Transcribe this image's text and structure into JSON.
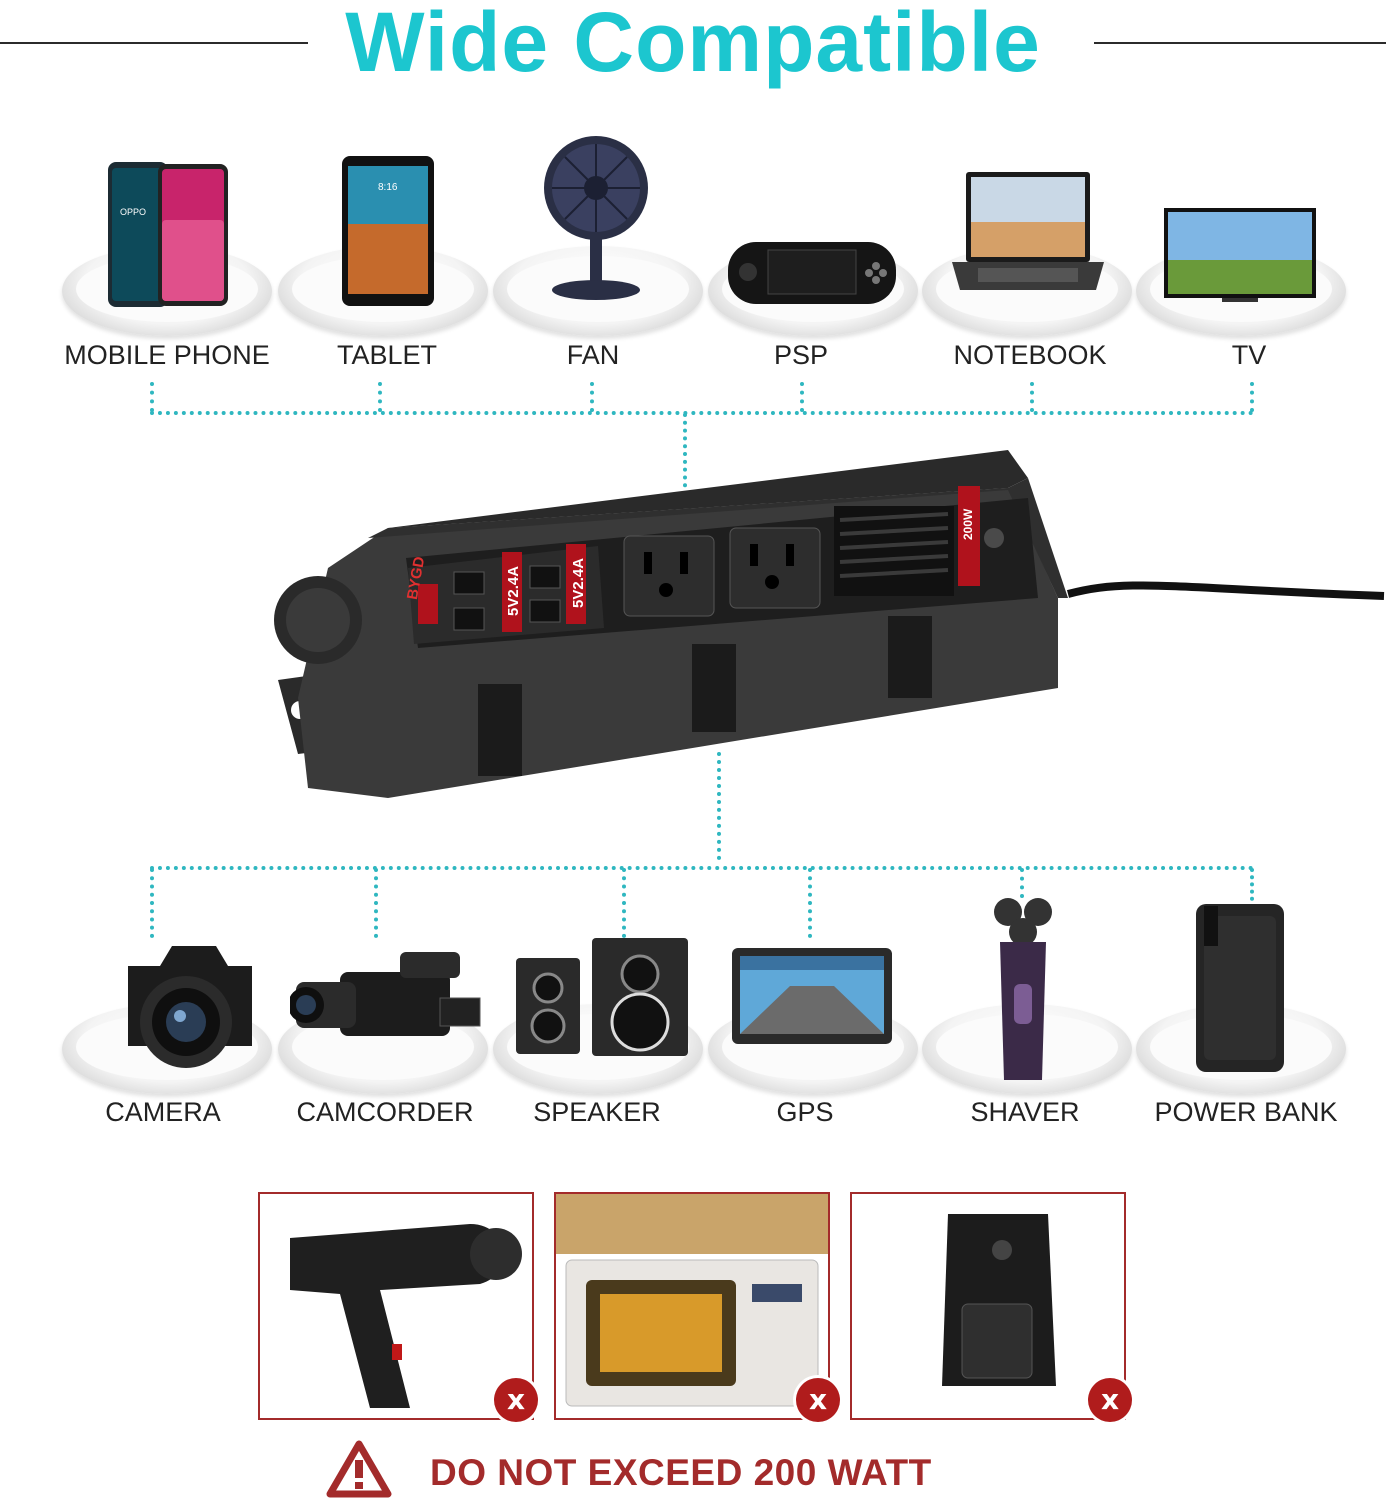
{
  "title": "Wide Compatible",
  "devices_top": [
    {
      "label": "MOBILE PHONE",
      "icon": "mobile-phone-icon"
    },
    {
      "label": "TABLET",
      "icon": "tablet-icon"
    },
    {
      "label": "FAN",
      "icon": "fan-icon"
    },
    {
      "label": "PSP",
      "icon": "psp-icon"
    },
    {
      "label": "NOTEBOOK",
      "icon": "notebook-icon"
    },
    {
      "label": "TV",
      "icon": "tv-icon"
    }
  ],
  "devices_bottom": [
    {
      "label": "CAMERA",
      "icon": "camera-icon"
    },
    {
      "label": "CAMCORDER",
      "icon": "camcorder-icon"
    },
    {
      "label": "SPEAKER",
      "icon": "speaker-icon"
    },
    {
      "label": "GPS",
      "icon": "gps-icon"
    },
    {
      "label": "SHAVER",
      "icon": "shaver-icon"
    },
    {
      "label": "POWER BANK",
      "icon": "power-bank-icon"
    }
  ],
  "inverter": {
    "brand": "BYGD",
    "usb_rating_1": "5V2.4A",
    "usb_rating_2": "5V2.4A",
    "power_rating": "200W"
  },
  "not_supported": [
    {
      "item": "hair-dryer-icon",
      "badge": "x"
    },
    {
      "item": "microwave-icon",
      "badge": "x"
    },
    {
      "item": "coffee-maker-icon",
      "badge": "x"
    }
  ],
  "warning": {
    "text": "DO NOT EXCEED 200 WATT",
    "icon": "warning-triangle-icon"
  },
  "colors": {
    "title": "#1cc6cf",
    "dotted_line": "#2fb7c0",
    "warning": "#a32b2b",
    "badge": "#b01c1c"
  }
}
